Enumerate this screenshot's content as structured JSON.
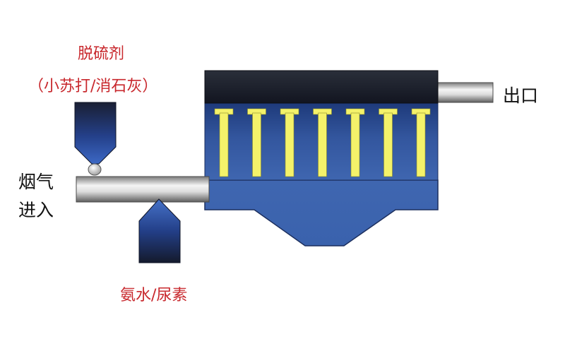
{
  "labels": {
    "desulfurizer": "脱硫剂",
    "desulfurizer_types": "（小苏打/消石灰）",
    "flue_gas_line1": "烟气",
    "flue_gas_line2": "进入",
    "outlet": "出口",
    "ammonia_urea": "氨水/尿素"
  },
  "filter_bags": {
    "count": 7
  },
  "colors": {
    "vessel_blue_light": "#3f66b0",
    "vessel_blue_dark": "#1f3c7a",
    "vessel_top": "#1b1f2a",
    "filter_bag": "#f4f26a",
    "label_red": "#c8282d",
    "pipe_light": "#f2f2f2",
    "pipe_dark": "#6e6e6e"
  }
}
